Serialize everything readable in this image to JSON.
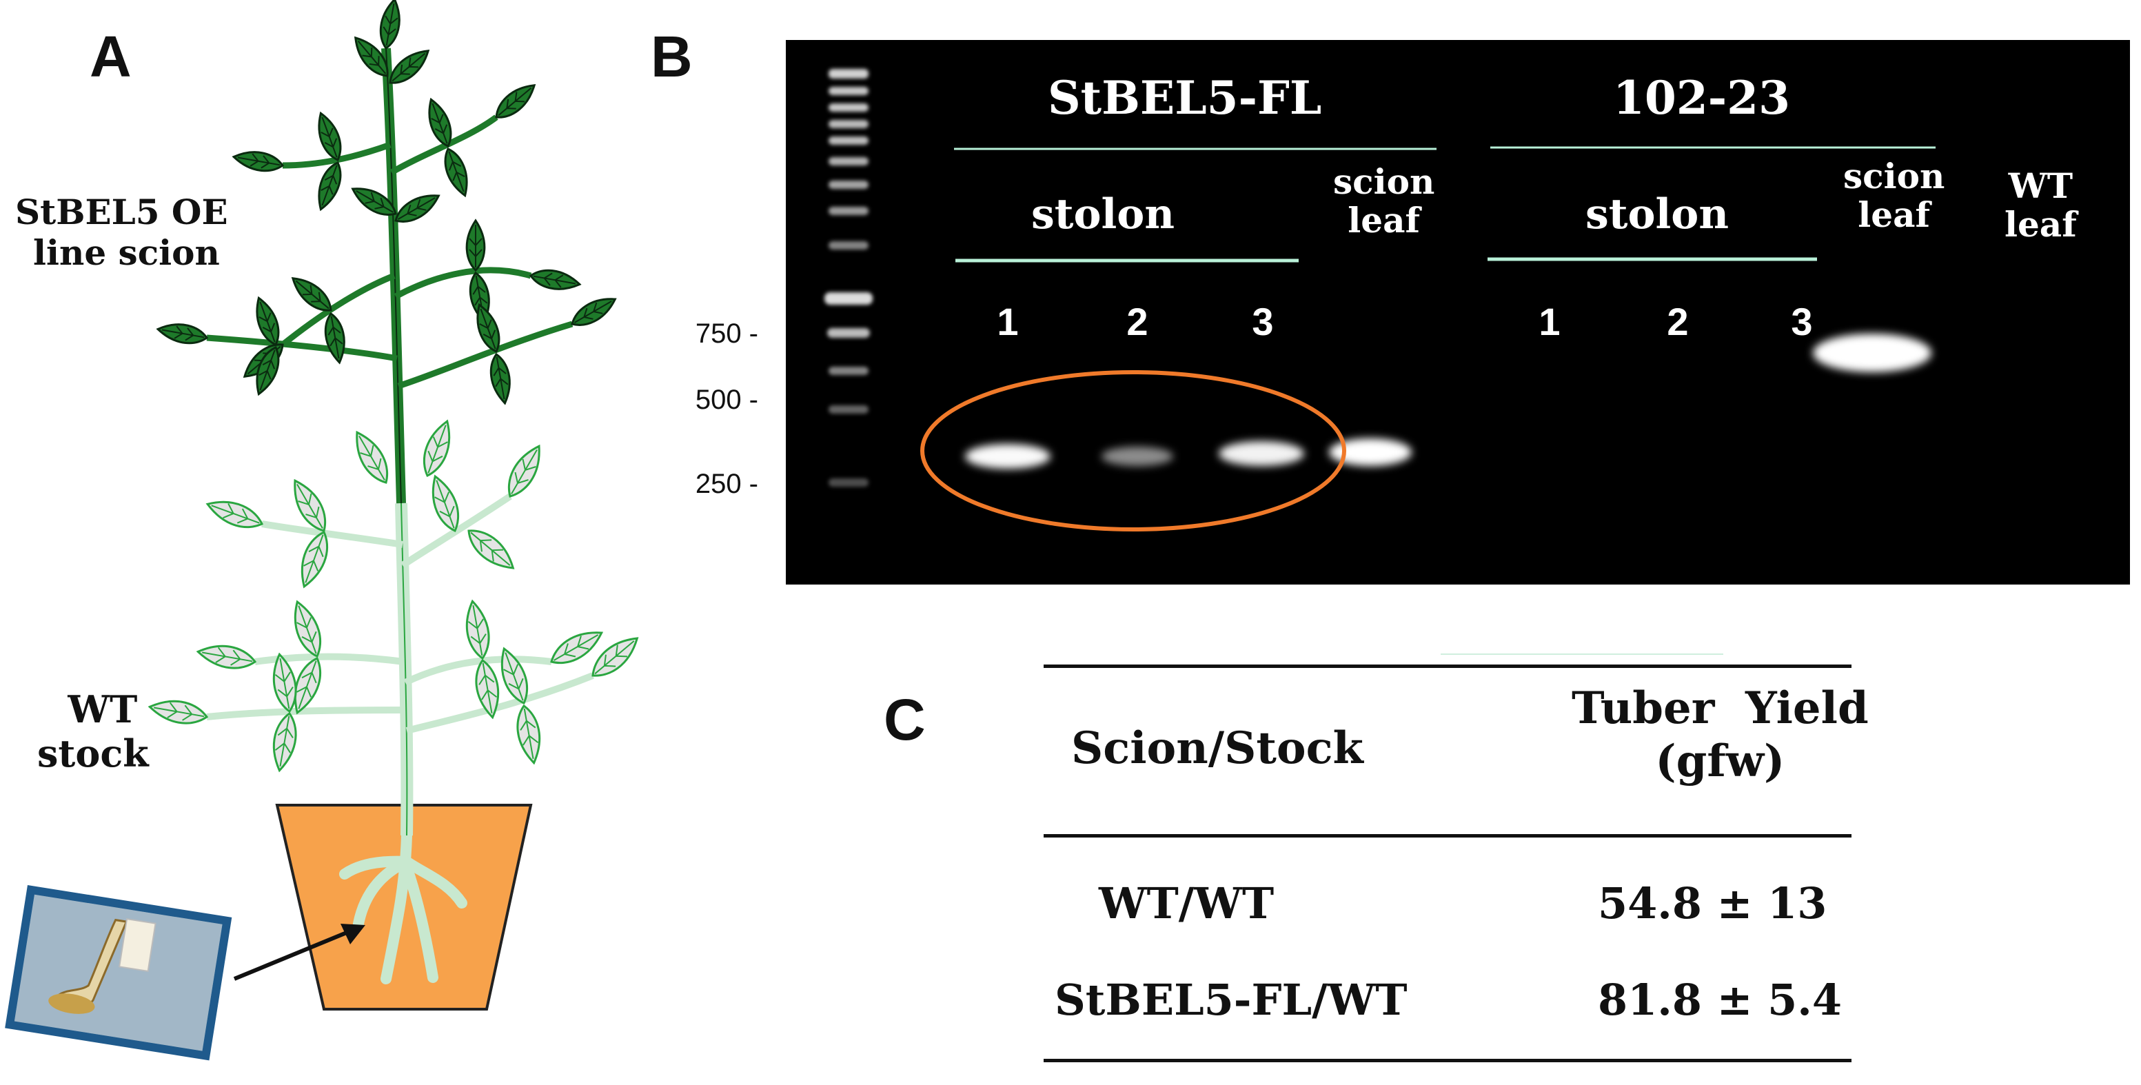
{
  "panels": {
    "a": "A",
    "b": "B",
    "c": "C"
  },
  "panel_a": {
    "scion_label": [
      "StBEL5 OE",
      "line scion"
    ],
    "stock_label": [
      "WT",
      "stock"
    ]
  },
  "panel_b": {
    "groups": [
      {
        "title": "StBEL5-FL",
        "stolon_label": "stolon",
        "lanes": [
          "1",
          "2",
          "3"
        ],
        "leaf_label": [
          "scion",
          "leaf"
        ]
      },
      {
        "title": "102-23",
        "stolon_label": "stolon",
        "lanes": [
          "1",
          "2",
          "3"
        ],
        "leaf_label": [
          "scion",
          "leaf"
        ]
      }
    ],
    "wt_label": [
      "WT",
      "leaf"
    ],
    "size_markers": [
      "750 -",
      "500 -",
      "250 -"
    ]
  },
  "panel_c": {
    "headers": {
      "col1": "Scion/Stock",
      "col2": [
        "Tuber  Yield",
        "(gfw)"
      ]
    },
    "rows": [
      {
        "scion_stock": "WT/WT",
        "yield": "54.8 ± 13"
      },
      {
        "scion_stock": "StBEL5-FL/WT",
        "yield": "81.8 ± 5.4"
      }
    ]
  },
  "colors": {
    "dark_leaf": "#1e7a2a",
    "pale_leaf": "#e4e4e4",
    "pale_edge": "#2aa640",
    "pot": "#f7a24b",
    "root": "#c8e8cf",
    "highlight_ellipse": "#f07a2a"
  }
}
